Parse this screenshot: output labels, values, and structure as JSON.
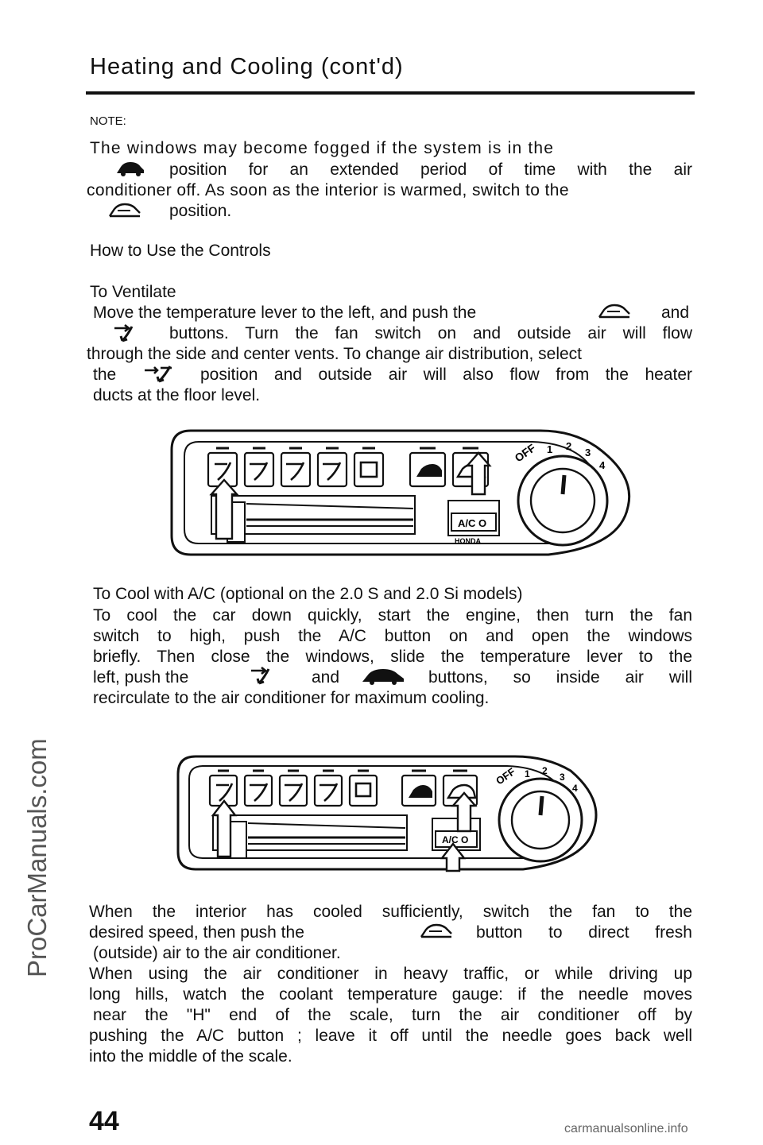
{
  "page": {
    "title": "Heating and Cooling (cont'd)",
    "note_label": "NOTE:",
    "page_number": "44"
  },
  "note": {
    "line1": "The windows may become fogged if the system is in the",
    "line2": "position for an extended period of time with the air",
    "line3": "conditioner off. As soon as the interior is warmed, switch to the",
    "line4": "position."
  },
  "controls": {
    "heading": "How to Use the Controls"
  },
  "ventilate": {
    "heading": "To Ventilate",
    "line1a": "Move the temperature lever to the left, and push the",
    "line1b": "and",
    "line2": "buttons. Turn the fan switch on and outside air will flow",
    "line3": "through the side and center vents. To change air distribution, select",
    "line4a": "the",
    "line4b": "position and outside air will also flow from the heater",
    "line5": "ducts at the floor level."
  },
  "cool": {
    "heading": "To Cool with A/C (optional on the 2.0 S and 2.0 Si models)",
    "line1": "To cool the car down quickly, start the engine, then turn the fan",
    "line2": "switch to high, push the A/C button on and open the windows",
    "line3": "briefly. Then close the windows, slide the temperature lever to the",
    "line4a": "left, push the",
    "line4b": "and",
    "line4c": "buttons, so inside air will",
    "line5": "recirculate to the air conditioner for maximum cooling."
  },
  "after": {
    "line1": "When the interior has cooled sufficiently, switch the fan to the",
    "line2a": "desired speed, then push the",
    "line2b": "button to direct fresh",
    "line3": "(outside) air to the air conditioner.",
    "line4": "When using the air conditioner in heavy traffic, or while driving up",
    "line5": "long hills, watch the coolant temperature gauge: if the needle moves",
    "line6": "near the \"H\" end of the scale, turn the air conditioner off by",
    "line7": "pushing the A/C button ; leave it off until the needle goes back well",
    "line8": "into the middle of the scale."
  },
  "panel": {
    "ac_label": "A/C O",
    "brand": "HONDA",
    "fan_off": "OFF",
    "fan_1": "1",
    "fan_2": "2",
    "fan_3": "3",
    "fan_4": "4"
  },
  "watermarks": {
    "left": "ProCarManuals.com",
    "bottom": "carmanualsonline.info"
  },
  "icons": [
    "recirculate-icon",
    "fresh-air-icon",
    "vent-mode-icon",
    "bi-level-icon",
    "floor-mode-icon",
    "defrost-icon",
    "fan-icon",
    "arrow-icon"
  ]
}
